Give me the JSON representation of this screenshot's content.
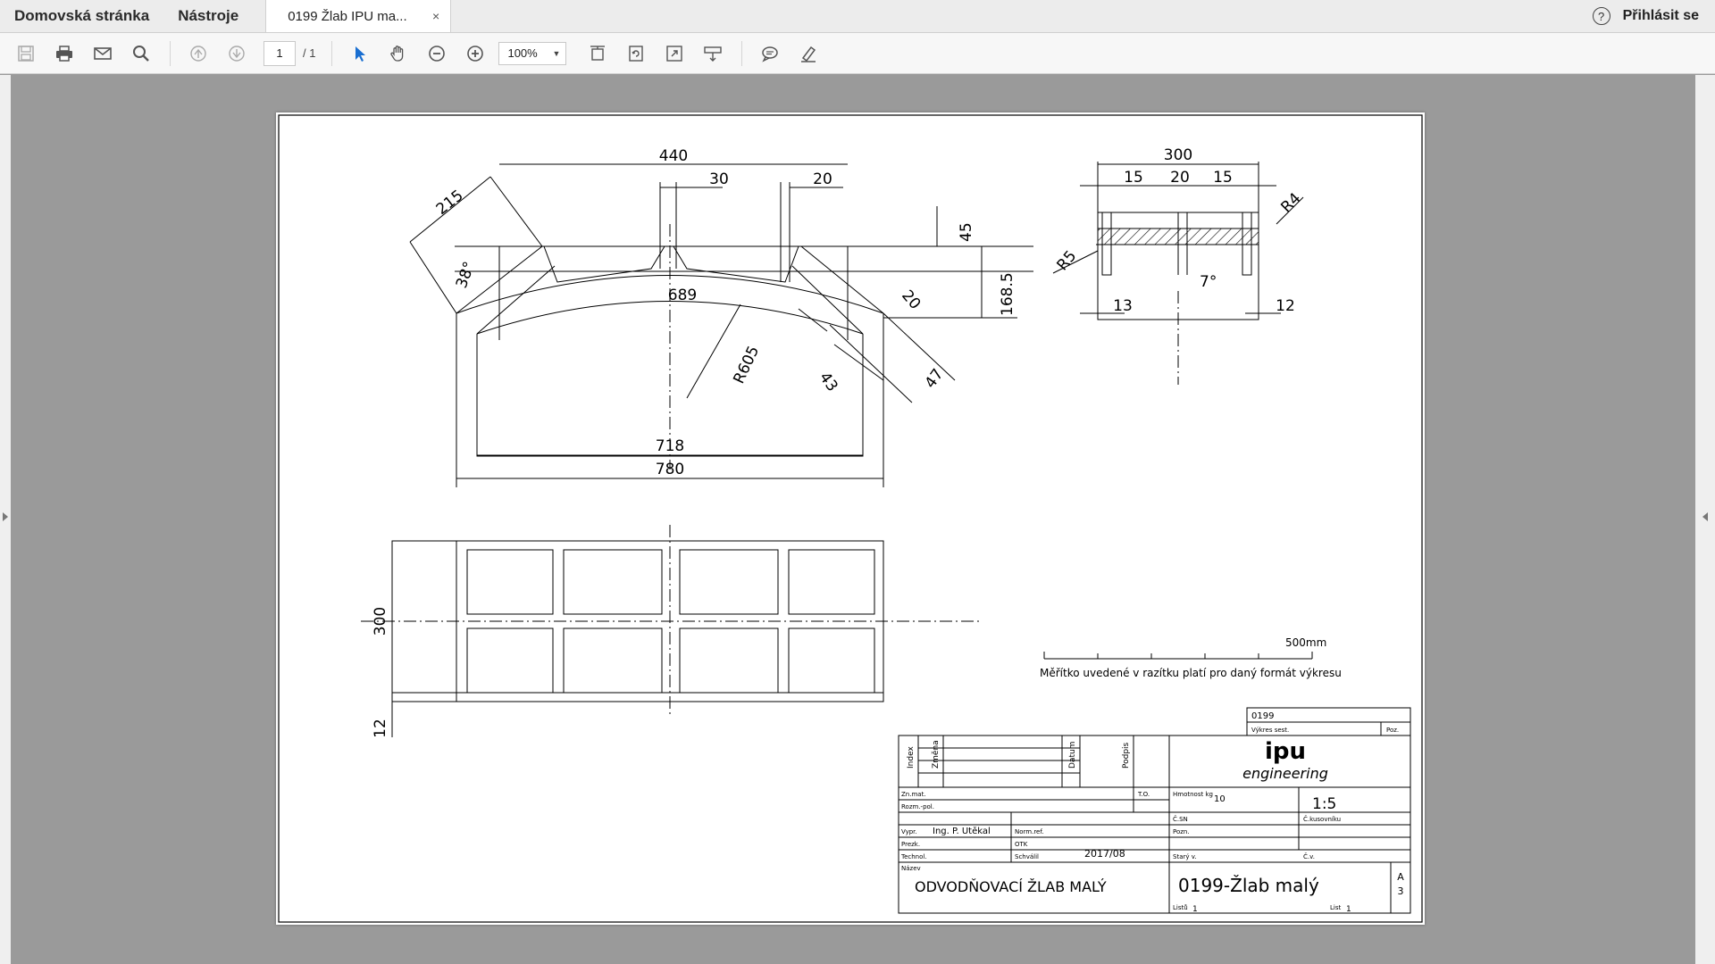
{
  "tabs": {
    "home": "Domovská stránka",
    "tools": "Nástroje",
    "document": "0199 Žlab IPU ma...",
    "close": "×"
  },
  "header": {
    "help_icon": "?",
    "login": "Přihlásit se"
  },
  "toolbar": {
    "icons": [
      "save-icon",
      "print-icon",
      "email-icon",
      "search-icon",
      "page-up-icon",
      "page-down-icon",
      "select-arrow-icon",
      "hand-tool-icon",
      "zoom-out-icon",
      "zoom-in-icon",
      "fit-page-icon",
      "rotate-icon",
      "fullscreen-icon",
      "page-scroll-icon",
      "comment-icon",
      "highlight-pen-icon"
    ],
    "page_value": "1",
    "page_total": "/ 1",
    "zoom": "100%"
  },
  "colors": {
    "workspace": "#9a9a9a",
    "tabbar": "#ececec",
    "toolbar": "#f7f7f7",
    "accent": "#1a6fd1"
  },
  "drawing": {
    "dims": {
      "d440": "440",
      "d30": "30",
      "d20": "20",
      "d215": "215",
      "d38": "38°",
      "d689": "689",
      "d45": "45",
      "d168": "168.5",
      "d20b": "20",
      "r605": "R605",
      "d43": "43",
      "d47": "47",
      "d718": "718",
      "d780": "780",
      "d300": "300",
      "d15a": "15",
      "d20c": "20",
      "d15b": "15",
      "r4": "R4",
      "r5": "R5",
      "d7": "7°",
      "d13": "13",
      "d12": "12",
      "d300v": "300",
      "d12v": "12"
    },
    "scale_label": "500mm",
    "scale_note": "Měřítko uvedené v razítku platí pro daný formát výkresu"
  },
  "titleblock": {
    "number": "0199",
    "vykres_sest": "Výkres sest.",
    "poz": "Poz.",
    "col_index": "Index",
    "col_zmena": "Změna",
    "col_datum": "Datum",
    "col_podpis": "Podpis",
    "logo_ipu": "ipu",
    "logo_eng": "engineering",
    "znmat": "Zn.mat.",
    "to": "T.O.",
    "hmotnost": "Hmotnost kg",
    "hmotnost_val": "10",
    "scale": "1:5",
    "rozm": "Rozm.-pol.",
    "csn": "Č.SN",
    "ckus": "Č.kusovníku",
    "vypr": "Vypr.",
    "vypr_val": "Ing. P. Utěkal",
    "normref": "Norm.ref.",
    "pozn": "Pozn.",
    "prezk": "Prezk.",
    "otk": "OTK",
    "technol": "Technol.",
    "schvalil": "Schválil",
    "date": "2017/08",
    "stary": "Starý v.",
    "cv": "Č.v.",
    "nazev": "Název",
    "name": "ODVODŇOVACÍ ŽLAB MALÝ",
    "code": "0199-Žlab malý",
    "listu": "Listů",
    "listu_val": "1",
    "list": "List",
    "list_val": "1",
    "format": "A",
    "format_num": "3"
  }
}
